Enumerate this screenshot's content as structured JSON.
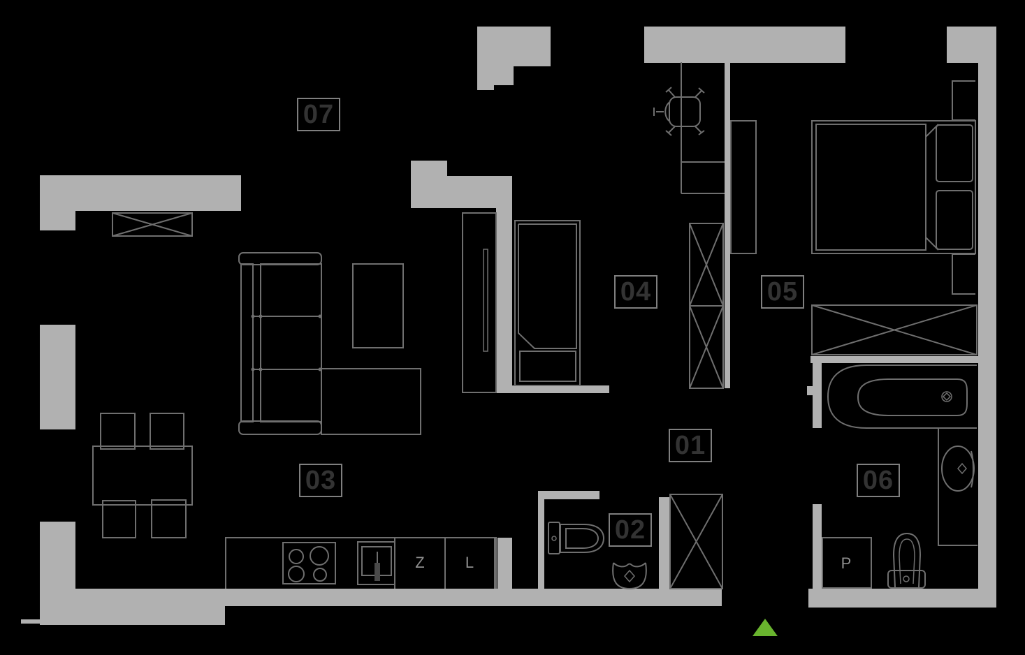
{
  "theme": {
    "background": "#000000",
    "wall_color": "#b1b1b1",
    "line_color": "#6f6f6f",
    "label_border_color": "#7f7f7f",
    "label_text_color": "#333333",
    "small_label_color": "#8f8f8f",
    "dark_fixture_color": "#4a4a4a",
    "accent_green": "#69b42e"
  },
  "rooms": [
    {
      "number": "01"
    },
    {
      "number": "02"
    },
    {
      "number": "03"
    },
    {
      "number": "04"
    },
    {
      "number": "05"
    },
    {
      "number": "06"
    },
    {
      "number": "07"
    }
  ],
  "appliance_labels": {
    "dishwasher": "Z",
    "fridge": "L",
    "washing_machine": "P"
  },
  "entrance_marker": {
    "icon": "green-triangle-up"
  }
}
